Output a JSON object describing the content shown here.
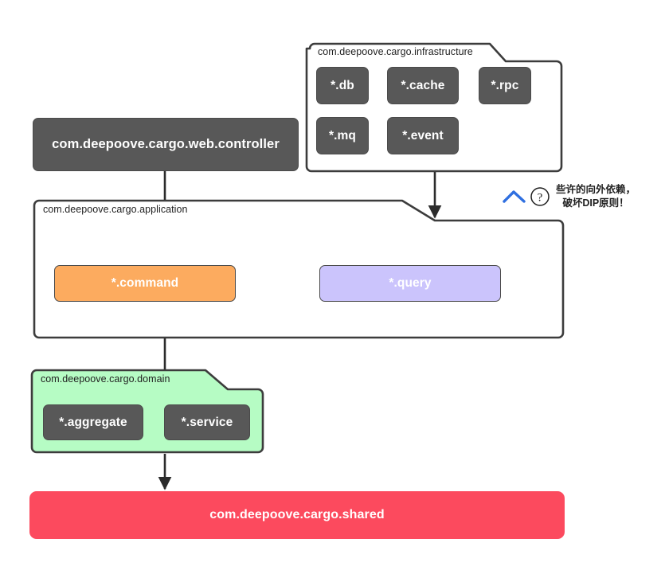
{
  "diagram": {
    "title": "cargo package dependency diagram",
    "colors": {
      "dark_node": "#585858",
      "command": "#fcab5f",
      "query": "#cbc4fc",
      "shared": "#fc4a5e",
      "domain_fill": "#b6fcc4",
      "stroke": "#3c3c3c",
      "annotation_chevron": "#2f6fe0"
    },
    "packages": [
      {
        "id": "infrastructure",
        "label": "com.deepoove.cargo.infrastructure",
        "nodes": [
          {
            "id": "db",
            "label": "*.db"
          },
          {
            "id": "cache",
            "label": "*.cache"
          },
          {
            "id": "rpc",
            "label": "*.rpc"
          },
          {
            "id": "mq",
            "label": "*.mq"
          },
          {
            "id": "event",
            "label": "*.event"
          }
        ]
      },
      {
        "id": "application",
        "label": "com.deepoove.cargo.application",
        "nodes": [
          {
            "id": "command",
            "label": "*.command"
          },
          {
            "id": "query",
            "label": "*.query"
          }
        ]
      },
      {
        "id": "domain",
        "label": "com.deepoove.cargo.domain",
        "nodes": [
          {
            "id": "aggregate",
            "label": "*.aggregate"
          },
          {
            "id": "service",
            "label": "*.service"
          }
        ]
      }
    ],
    "standalone_nodes": [
      {
        "id": "controller",
        "label": "com.deepoove.cargo.web.controller"
      },
      {
        "id": "shared",
        "label": "com.deepoove.cargo.shared"
      }
    ],
    "annotation": {
      "line1": "些许的向外依赖，",
      "line2": "破坏DIP原则！",
      "question_mark": "?",
      "chevron_icon": "chevron-up-icon"
    }
  }
}
